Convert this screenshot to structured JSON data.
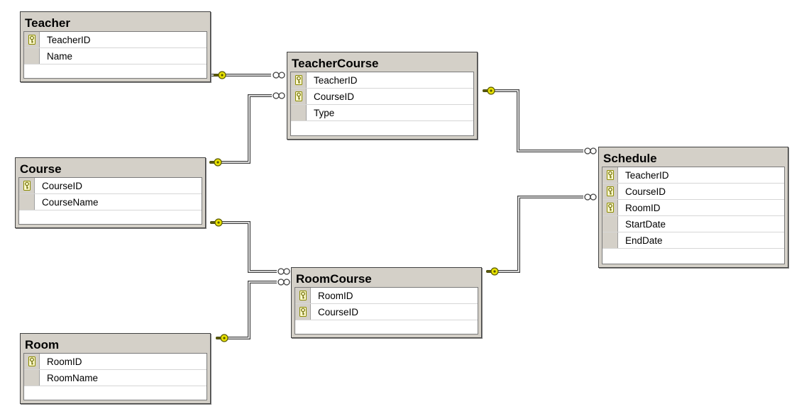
{
  "tables": {
    "teacher": {
      "name": "Teacher",
      "columns": [
        {
          "name": "TeacherID",
          "key": true
        },
        {
          "name": "Name",
          "key": false
        }
      ]
    },
    "teachercourse": {
      "name": "TeacherCourse",
      "columns": [
        {
          "name": "TeacherID",
          "key": true
        },
        {
          "name": "CourseID",
          "key": true
        },
        {
          "name": "Type",
          "key": false
        }
      ]
    },
    "course": {
      "name": "Course",
      "columns": [
        {
          "name": "CourseID",
          "key": true
        },
        {
          "name": "CourseName",
          "key": false
        }
      ]
    },
    "schedule": {
      "name": "Schedule",
      "columns": [
        {
          "name": "TeacherID",
          "key": true
        },
        {
          "name": "CourseID",
          "key": true
        },
        {
          "name": "RoomID",
          "key": true
        },
        {
          "name": "StartDate",
          "key": false
        },
        {
          "name": "EndDate",
          "key": false
        }
      ]
    },
    "roomcourse": {
      "name": "RoomCourse",
      "columns": [
        {
          "name": "RoomID",
          "key": true
        },
        {
          "name": "CourseID",
          "key": true
        }
      ]
    },
    "room": {
      "name": "Room",
      "columns": [
        {
          "name": "RoomID",
          "key": true
        },
        {
          "name": "RoomName",
          "key": false
        }
      ]
    }
  },
  "relationships": [
    {
      "from": "teacher",
      "to": "teachercourse",
      "one_end": "key-icon",
      "many_end": "infinity-icon"
    },
    {
      "from": "course",
      "to": "teachercourse",
      "one_end": "key-icon",
      "many_end": "infinity-icon"
    },
    {
      "from": "teachercourse",
      "to": "schedule",
      "one_end": "key-icon",
      "many_end": "infinity-icon"
    },
    {
      "from": "course",
      "to": "roomcourse",
      "one_end": "key-icon",
      "many_end": "infinity-icon"
    },
    {
      "from": "room",
      "to": "roomcourse",
      "one_end": "key-icon",
      "many_end": "infinity-icon"
    },
    {
      "from": "roomcourse",
      "to": "schedule",
      "one_end": "key-icon",
      "many_end": "infinity-icon"
    }
  ],
  "colors": {
    "table_frame": "#d4d0c8",
    "key_icon": "#e8e200",
    "connector": "#404040"
  }
}
